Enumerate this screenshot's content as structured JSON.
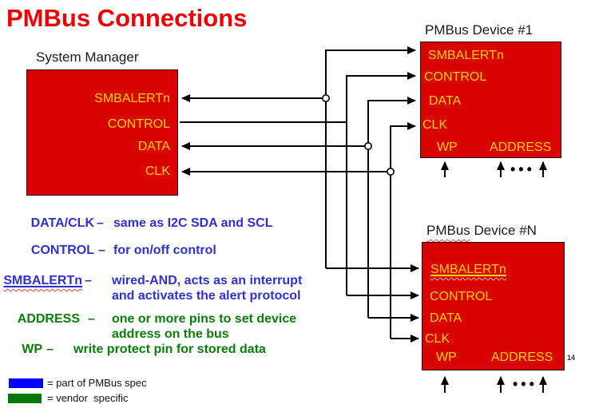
{
  "slide": {
    "title": "PMBus Connections",
    "page_number": "14"
  },
  "colors": {
    "title_red": "#ef0000",
    "box_red": "#d90201",
    "pin_yellow": "#ffd504",
    "pmbus_spec_blue": "#3030cd",
    "vendor_green": "#0a7d0a",
    "legend_blue_swatch": "#0202fa",
    "legend_green_swatch": "#047a04",
    "wire_black": "#000000"
  },
  "system_manager": {
    "title": "System Manager",
    "pins": [
      "SMBALERTn",
      "CONTROL",
      "DATA",
      "CLK"
    ]
  },
  "device1": {
    "title": "PMBus Device #1",
    "pins": [
      "SMBALERTn",
      "CONTROL",
      "DATA",
      "CLK"
    ],
    "wp": "WP",
    "address": "ADDRESS",
    "ellipsis": "•••"
  },
  "deviceN": {
    "title_prefix": "PMBus",
    "title_suffix": " Device #N",
    "pins": [
      "SMBALERTn",
      "CONTROL",
      "DATA",
      "CLK"
    ],
    "wp": "WP",
    "address": "ADDRESS",
    "ellipsis": "•••"
  },
  "glossary": {
    "items": [
      {
        "term": "DATA/CLK",
        "dash": "–",
        "desc": "same as I2C SDA and SCL"
      },
      {
        "term": "CONTROL",
        "dash": "–",
        "desc": "for on/off control"
      },
      {
        "term": "SMBALERTn",
        "dash": "–",
        "desc": "wired-AND, acts as an interrupt",
        "desc2": "and activates the alert protocol"
      },
      {
        "term": "ADDRESS",
        "dash": "–",
        "desc": "one or more pins to set device",
        "desc2": "address on the bus"
      },
      {
        "term": "WP",
        "dash": "–",
        "desc": "write protect pin for stored data"
      }
    ]
  },
  "legend": {
    "items": [
      {
        "label": "= part of PMBus spec"
      },
      {
        "label": "= vendor  specific"
      }
    ]
  }
}
